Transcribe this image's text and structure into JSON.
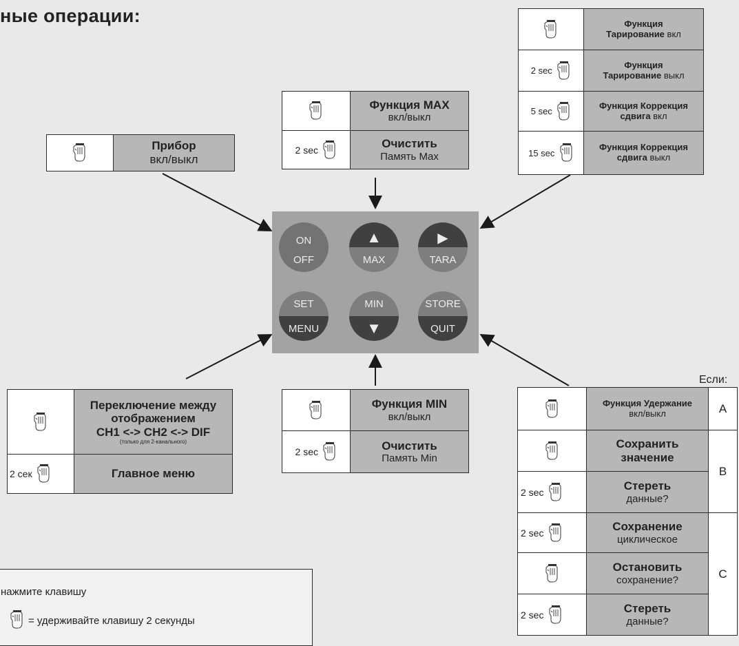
{
  "title": "ные операции:",
  "hold_label": "2 sec",
  "hold_label_ru": "2 сек",
  "device_box": {
    "main": "Прибор",
    "sub": "вкл/выкл"
  },
  "max_box": {
    "row1_main": "Функция MAX",
    "row1_sub": "вкл/выкл",
    "row2_main": "Очистить",
    "row2_sub": "Память Max"
  },
  "tara_box": {
    "row1_main_a": "Функция",
    "row1_main_b": "Тарирование",
    "row1_sub": "вкл",
    "row2_main_a": "Функция",
    "row2_main_b": "Тарирование",
    "row2_sub": "выкл",
    "row3_pre": "5 sec",
    "row3_main_a": "Функция Коррекция",
    "row3_main_b": "сдвига",
    "row3_sub": "вкл",
    "row4_pre": "15 sec",
    "row4_main_a": "Функция Коррекция",
    "row4_main_b": "сдвига",
    "row4_sub": "выкл"
  },
  "keypad": {
    "on_off": {
      "top": "ON",
      "bottom": "OFF"
    },
    "max": {
      "top": "▲",
      "bottom": "MAX"
    },
    "tara": {
      "top": "▶",
      "bottom": "TARA"
    },
    "set_menu": {
      "top": "SET",
      "bottom": "MENU"
    },
    "min": {
      "top": "MIN",
      "bottom": "▼"
    },
    "store_quit": {
      "top": "STORE",
      "bottom": "QUIT"
    }
  },
  "set_box": {
    "row1_a": "Переключение между",
    "row1_b": "отображением",
    "row1_c": "CH1 <-> CH2 <-> DIF",
    "row1_note": "(только для 2-канального)",
    "row2_main": "Главное меню"
  },
  "min_box": {
    "row1_main": "Функция MIN",
    "row1_sub": "вкл/выкл",
    "row2_main": "Очистить",
    "row2_sub": "Память Min"
  },
  "store_box": {
    "if_label": "Если:",
    "row1_main": "Функция Удержание",
    "row1_sub": "вкл/выкл",
    "row1_letter": "A",
    "row2_main_a": "Сохранить",
    "row2_main_b": "значение",
    "row3_main": "Стереть",
    "row3_sub": "данные?",
    "row23_letter": "B",
    "row4_main": "Сохранение",
    "row4_sub": "циклическое",
    "row5_main": "Остановить",
    "row5_sub": "сохранение?",
    "row6_main": "Стереть",
    "row6_sub": "данные?",
    "row456_letter": "C"
  },
  "legend": {
    "line1": "нажмите клавишу",
    "line2": "= удерживайте клавишу 2 секунды"
  },
  "colors": {
    "background": "#e9e9e9",
    "cell_gray": "#b7b7b7",
    "keypad": "#a3a3a3",
    "key_dark": "#404040"
  }
}
